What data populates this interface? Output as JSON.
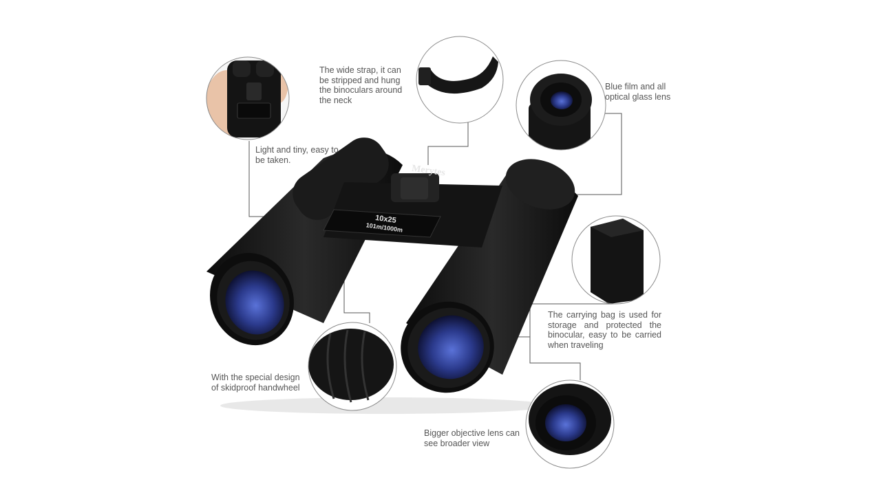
{
  "brand_text": "Merytes",
  "model_text": "10x25",
  "spec_text": "101m/1000m",
  "callouts": {
    "light": "Light and tiny, easy to be taken.",
    "strap": "The wide strap, it can be stripped and hung the binoculars around the neck",
    "lens": "Blue film and all optical glass lens",
    "bag": "The carrying bag is used for storage and protected the binocular, easy to be carried when traveling",
    "wheel": "With the special design of skidproof handwheel",
    "objective": "Bigger objective lens can see broader view"
  },
  "colors": {
    "body": "#151515",
    "lens_blue": "#2b3a8c",
    "leader": "#555555",
    "caption": "#555555"
  }
}
